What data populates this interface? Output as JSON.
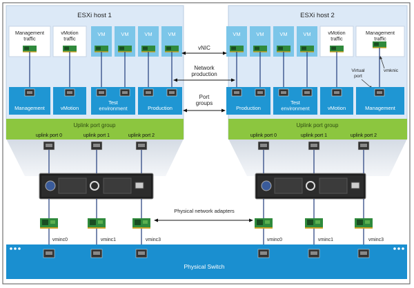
{
  "hosts": [
    {
      "title": "ESXi host 1",
      "vms": [
        "Management traffic",
        "vMotion traffic",
        "VM",
        "VM",
        "VM",
        "VM"
      ],
      "port_groups": [
        "Management",
        "vMotion",
        "Test environment",
        "Production"
      ],
      "uplink_group": "Uplink port group",
      "uplinks": [
        "uplink port 0",
        "uplink port 1",
        "uplink port 2"
      ]
    },
    {
      "title": "ESXi host 2",
      "vms": [
        "VM",
        "VM",
        "VM",
        "VM",
        "vMotion traffic",
        "Management traffic"
      ],
      "port_groups": [
        "Production",
        "Test environment",
        "vMotion",
        "Management"
      ],
      "uplink_group": "Uplink port group",
      "uplinks": [
        "uplink port 0",
        "uplink port 1",
        "uplink port 2"
      ]
    }
  ],
  "labels": {
    "vnic": "vNIC",
    "network_production": "Network production",
    "port_groups": "Port groups",
    "physical_adapters": "Physical network adapters",
    "virtual_port": "Virtual port",
    "vmknic": "vmknic"
  },
  "nics_left": [
    "vminc0",
    "vminc1",
    "vminc3"
  ],
  "nics_right": [
    "vminc0",
    "vminc1",
    "vminc3"
  ],
  "switch": {
    "label": "Physical Switch"
  },
  "colors": {
    "host_bg": "#dce9f7",
    "vm_blue": "#7cc6e9",
    "vm_white": "#ffffff",
    "port_group": "#1f96d3",
    "uplink_green": "#8cc63f",
    "switch_blue": "#1a8fd0",
    "line_navy": "#1f3a7a"
  }
}
